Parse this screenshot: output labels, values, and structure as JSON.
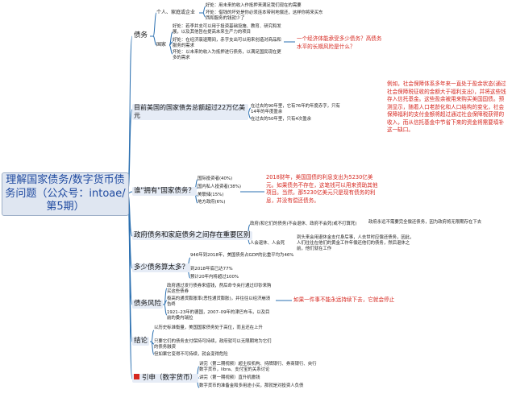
{
  "root": {
    "title": "理解国家债务/数字货币债务问题（公众号：intoae/第5期）"
  },
  "debt": {
    "label": "债务",
    "personal": {
      "label": "个人、家庭或企业",
      "good": "好处：用未来的收入作抵押来满足我们现在的需要",
      "bad": "坏处：借钱的坏处是你必须连本带利地偿还，这样你将来买东西和服务的钱就少了"
    },
    "national": {
      "label": "国家",
      "good1": "好处：若李并支可以用于投资基础设施、教育、研究和发展，以及其他旨在提高未来生产力的项目",
      "good2": "好处：在经济衰退期间，赤字支出可以用来创造对商品和服务的需求",
      "bad": "坏处：以未来的收入为抵押进行债务，以满足国民现在更多的需求"
    },
    "question": "一个经济体能承受多少债务？高债务水平的长期风险是什么？"
  },
  "us_debt": {
    "label": "目前美国的国家债务总额超过22万亿美元",
    "pts": [
      "在过去的90年里，它有76年的年度赤字，只有14年的年度盈余",
      "在过去的50年里，只有4次盈余"
    ],
    "note": "例如，社会保障体系多年来一直处于盈余状态(通过社会保障税征收的金额大于福利支出)，并将这些钱存入信托基金。这些盈余被用来购买美国国债。预测显示，随着人口老龄化和人口结构的变化，社会保障福利的支付金额将超过通过社会保障税获得的收入，而从信托基金中节省下来的资金将需要填补这一缺口。"
  },
  "holders": {
    "label": "谁\"拥有\"国家债务？",
    "items": [
      "国际投资者(40%)",
      "国内私人投资者(38%)",
      "美联储(15%)",
      "地方政府(6%)"
    ],
    "note": "2018财年，美国国债的利息支出为5230亿美元。如果债务不存在，这笔钱可以用来资助其他项目。当然，那5230亿美元只是现有债务的利息，并没有偿还债务。"
  },
  "diff": {
    "label": "政府债务和家庭债务之间存在重要区别",
    "gov": "政府(和它们的债务)不会退休、政府不会死(或不打算死)",
    "gov_note": "政府永远不需要完全偿还债务，因为政府将无限期存在下去",
    "person_a": "人会退休、人会死",
    "person_b": "到头来会用退休金支付身后事，人去世时应偿还债务，因此，人们往往在他们的黄金工作年偿还他们的债务，然后退休之前，他们就在工作"
  },
  "how_much": {
    "label": "多少债务算太多？",
    "items": [
      "946年到2018年，美国债务占GDP的比重平均为46%",
      "到2018年底已达77%",
      "预计20年内将超过100%"
    ]
  },
  "risk": {
    "label": "债务风险",
    "items": [
      "政府通过发行债券来借钱，然后命令央行通过印钞来购买这些债券",
      "极高的通货膨胀率(恶性通货膨胀)，并往往以经济崩溃告终",
      "1921–23年的德国，2007–09年的津巴布韦，以及目前的委内瑞拉"
    ],
    "note": "如果一件事不能永远持续下去，它就会停止"
  },
  "conclusion": {
    "label": "结论",
    "items": [
      "以历史标准衡量，美国国家债务处于高位，而且还在上升",
      "只要它们的债务支付保持可持续，政府就可以无限期地为它们的债务融资",
      "但如果它变得不可持续，就会变得危险"
    ]
  },
  "extra": {
    "label": "引申（数字货币）",
    "items": [
      "讲完（第二期视频）超主权机构、持牌银行、券商银行、央行数字货币，libra、支付宝的关系讨论",
      "讲完（第一期视频）直升机撒钱",
      "数字货币的准备金和多用途小买，那就是对投资人负债"
    ]
  }
}
